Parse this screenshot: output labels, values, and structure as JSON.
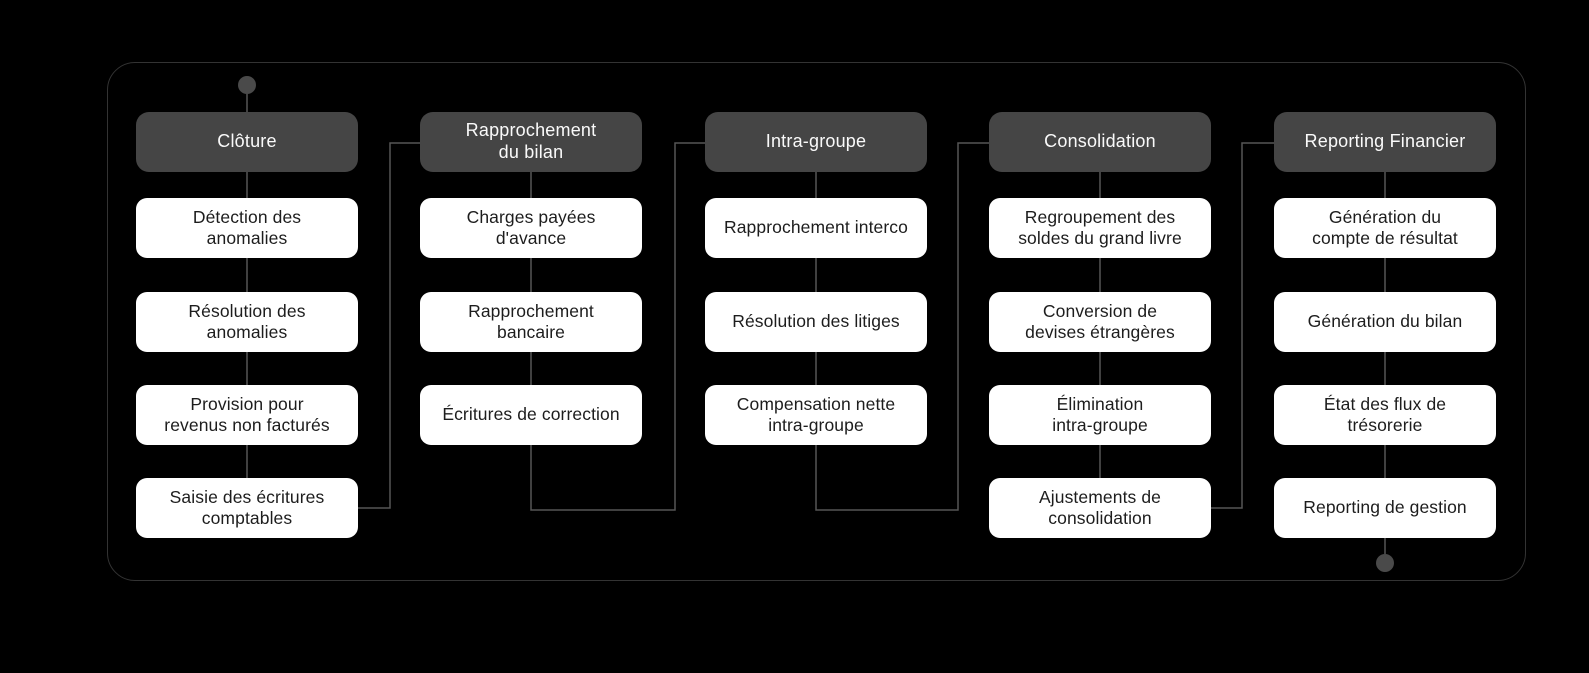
{
  "colors": {
    "background": "#000000",
    "panel_border": "#333333",
    "connector": "#565656",
    "flow_dot": "#4a4a4a",
    "header_fill": "#454545",
    "header_text": "#fafafa",
    "item_fill": "#ffffff",
    "item_text": "#1d1d1d"
  },
  "icons": {
    "start": "flow-start-dot",
    "end": "flow-end-dot"
  },
  "diagram": {
    "columns": [
      {
        "header": "Clôture",
        "header_lines": [
          "Clôture"
        ],
        "items": [
          {
            "label": "Détection des anomalies",
            "lines": [
              "Détection des",
              "anomalies"
            ]
          },
          {
            "label": "Résolution des anomalies",
            "lines": [
              "Résolution des",
              "anomalies"
            ]
          },
          {
            "label": "Provision pour revenus non facturés",
            "lines": [
              "Provision pour",
              "revenus non facturés"
            ]
          },
          {
            "label": "Saisie des écritures comptables",
            "lines": [
              "Saisie des écritures",
              "comptables"
            ]
          }
        ]
      },
      {
        "header": "Rapprochement du bilan",
        "header_lines": [
          "Rapprochement",
          "du bilan"
        ],
        "items": [
          {
            "label": "Charges payées d'avance",
            "lines": [
              "Charges payées",
              "d'avance"
            ]
          },
          {
            "label": "Rapprochement bancaire",
            "lines": [
              "Rapprochement",
              "bancaire"
            ]
          },
          {
            "label": "Écritures de correction",
            "lines": [
              "Écritures de correction"
            ]
          }
        ]
      },
      {
        "header": "Intra-groupe",
        "header_lines": [
          "Intra-groupe"
        ],
        "items": [
          {
            "label": "Rapprochement interco",
            "lines": [
              "Rapprochement interco"
            ]
          },
          {
            "label": "Résolution des litiges",
            "lines": [
              "Résolution des litiges"
            ]
          },
          {
            "label": "Compensation nette intra-groupe",
            "lines": [
              "Compensation nette",
              "intra-groupe"
            ]
          }
        ]
      },
      {
        "header": "Consolidation",
        "header_lines": [
          "Consolidation"
        ],
        "items": [
          {
            "label": "Regroupement des soldes du grand livre",
            "lines": [
              "Regroupement des",
              "soldes du grand livre"
            ]
          },
          {
            "label": "Conversion de devises étrangères",
            "lines": [
              "Conversion de",
              "devises étrangères"
            ]
          },
          {
            "label": "Élimination intra-groupe",
            "lines": [
              "Élimination",
              "intra-groupe"
            ]
          },
          {
            "label": "Ajustements de consolidation",
            "lines": [
              "Ajustements de",
              "consolidation"
            ]
          }
        ]
      },
      {
        "header": "Reporting Financier",
        "header_lines": [
          "Reporting Financier"
        ],
        "items": [
          {
            "label": "Génération du compte de résultat",
            "lines": [
              "Génération du",
              "compte de résultat"
            ]
          },
          {
            "label": "Génération du bilan",
            "lines": [
              "Génération du bilan"
            ]
          },
          {
            "label": "État des flux de trésorerie",
            "lines": [
              "État des flux de",
              "trésorerie"
            ]
          },
          {
            "label": "Reporting de gestion",
            "lines": [
              "Reporting de gestion"
            ]
          }
        ]
      }
    ]
  }
}
